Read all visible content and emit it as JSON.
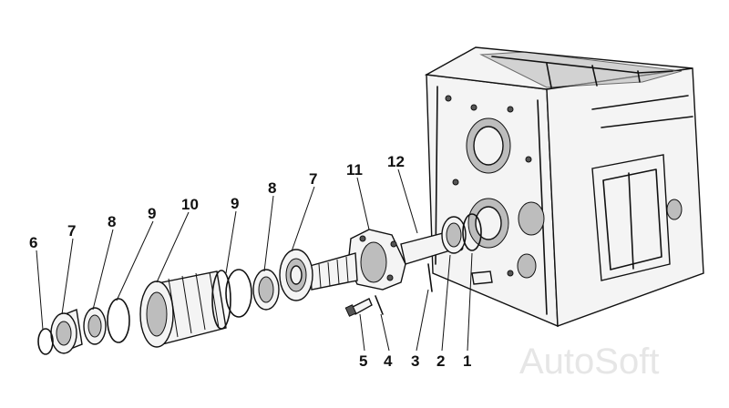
{
  "callouts": [
    {
      "id": "c6",
      "text": "6"
    },
    {
      "id": "c7a",
      "text": "7"
    },
    {
      "id": "c8a",
      "text": "8"
    },
    {
      "id": "c9a",
      "text": "9"
    },
    {
      "id": "c10",
      "text": "10"
    },
    {
      "id": "c9b",
      "text": "9"
    },
    {
      "id": "c8b",
      "text": "8"
    },
    {
      "id": "c7b",
      "text": "7"
    },
    {
      "id": "c11",
      "text": "11"
    },
    {
      "id": "c12",
      "text": "12"
    },
    {
      "id": "c5",
      "text": "5"
    },
    {
      "id": "c4",
      "text": "4"
    },
    {
      "id": "c3",
      "text": "3"
    },
    {
      "id": "c2",
      "text": "2"
    },
    {
      "id": "c1",
      "text": "1"
    }
  ],
  "watermark": "AutoSoft"
}
